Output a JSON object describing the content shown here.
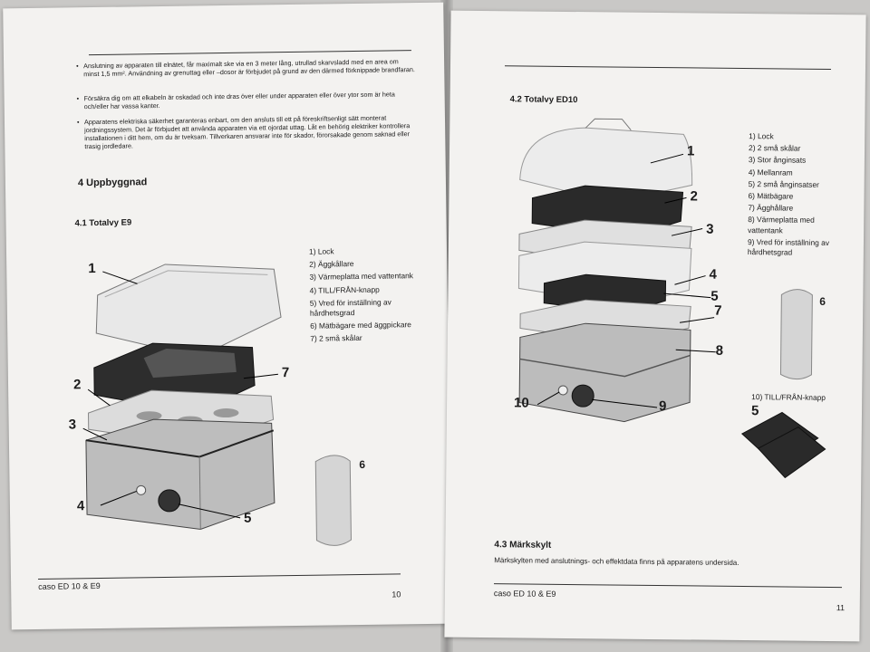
{
  "left": {
    "bullets": [
      "Anslutning av apparaten till elnätet, får maximalt ske via en 3 meter lång, utrullad skarvsladd med en area om minst 1,5 mm². Användning av grenuttag eller –dosor är förbjudet på grund av den därmed förknippade brandfaran.",
      "Försäkra dig om att elkabeln är oskadad och inte dras över eller under apparaten eller över ytor som är heta och/eller har vassa kanter.",
      "Apparatens elektriska säkerhet garanteras enbart, om den ansluts till ett på föreskriftsenligt sätt monterat jordningssystem. Det är förbjudet att använda apparaten via ett ojordat uttag. Låt en behörig elektriker kontrollera installationen i ditt hem, om du är tveksam. Tillverkaren ansvarar inte för skador, förorsakade genom saknad eller trasig jordledare."
    ],
    "section_heading": "4  Uppbyggnad",
    "subsection_heading": "4.1   Totalvy E9",
    "parts": [
      "1) Lock",
      "2) Äggkållare",
      "3) Värmeplatta med vattentank",
      "4) TILL/FRÅN-knapp",
      "5) Vred för inställning av hårdhetsgrad",
      "6) Mätbägare med äggpickare",
      "7) 2 små skålar"
    ],
    "callouts": [
      "1",
      "2",
      "3",
      "4",
      "5",
      "6",
      "7"
    ],
    "footer_model": "caso ED 10  & E9",
    "page_number": "10"
  },
  "right": {
    "subsection_heading": "4.2 Totalvy ED10",
    "parts": [
      "1)  Lock",
      "2)  2 små skålar",
      "3)  Stor ånginsats",
      "4)  Mellanram",
      "5)  2 små ånginsatser",
      "6)   Mätbägare",
      "7)   Ägghållare",
      "8)   Värmeplatta med vattentank",
      "9)   Vred för inställning av hårdhetsgrad"
    ],
    "extra_part": "10) TILL/FRÅN-knapp",
    "callouts": [
      "1",
      "2",
      "3",
      "4",
      "5",
      "7",
      "8",
      "9",
      "10",
      "6",
      "5"
    ],
    "label_section": "4.3 Märkskylt",
    "label_text": "Märkskylten med anslutnings- och effektdata finns på apparatens undersida.",
    "footer_model": "caso ED 10  & E9",
    "page_number": "11"
  },
  "colors": {
    "paper": "#f3f2f0",
    "ink": "#1c1c1c",
    "background": "#c9c8c6"
  }
}
